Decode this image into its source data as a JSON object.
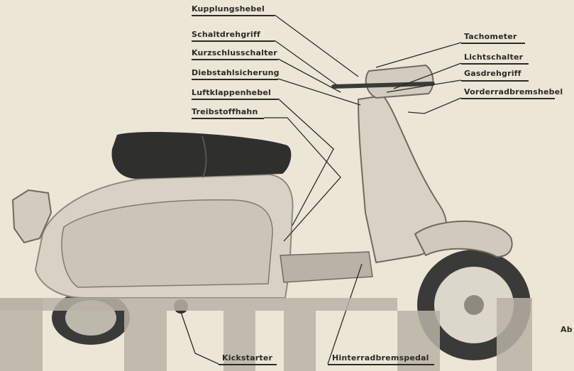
{
  "labels": {
    "kupplungshebel": "Kupplungshebel",
    "schaltdrehgriff": "Schaltdrehgriff",
    "kurzschlussschalter": "Kurzschlusschalter",
    "diebstahlsicherung": "Diebstahlsicherung",
    "luftklappenhebel": "Luftklappenhebel",
    "treibstoffhahn": "Treibstoffhahn",
    "tachometer": "Tachometer",
    "lichtschalter": "Lichtschalter",
    "gasdrehgriff": "Gasdrehgriff",
    "vorderradbremshebel": "Vorderradbremshebel",
    "kickstarter": "Kickstarter",
    "hinterradbremspedal": "Hinterradbremspedal",
    "abb": "Ab"
  },
  "colors": {
    "paper": "#ece6d6",
    "ink": "#2b2b2b",
    "body": "#d8d2c4",
    "shadow": "#8f8a7f",
    "seat": "#2f302e",
    "tire": "#3a3a38"
  }
}
